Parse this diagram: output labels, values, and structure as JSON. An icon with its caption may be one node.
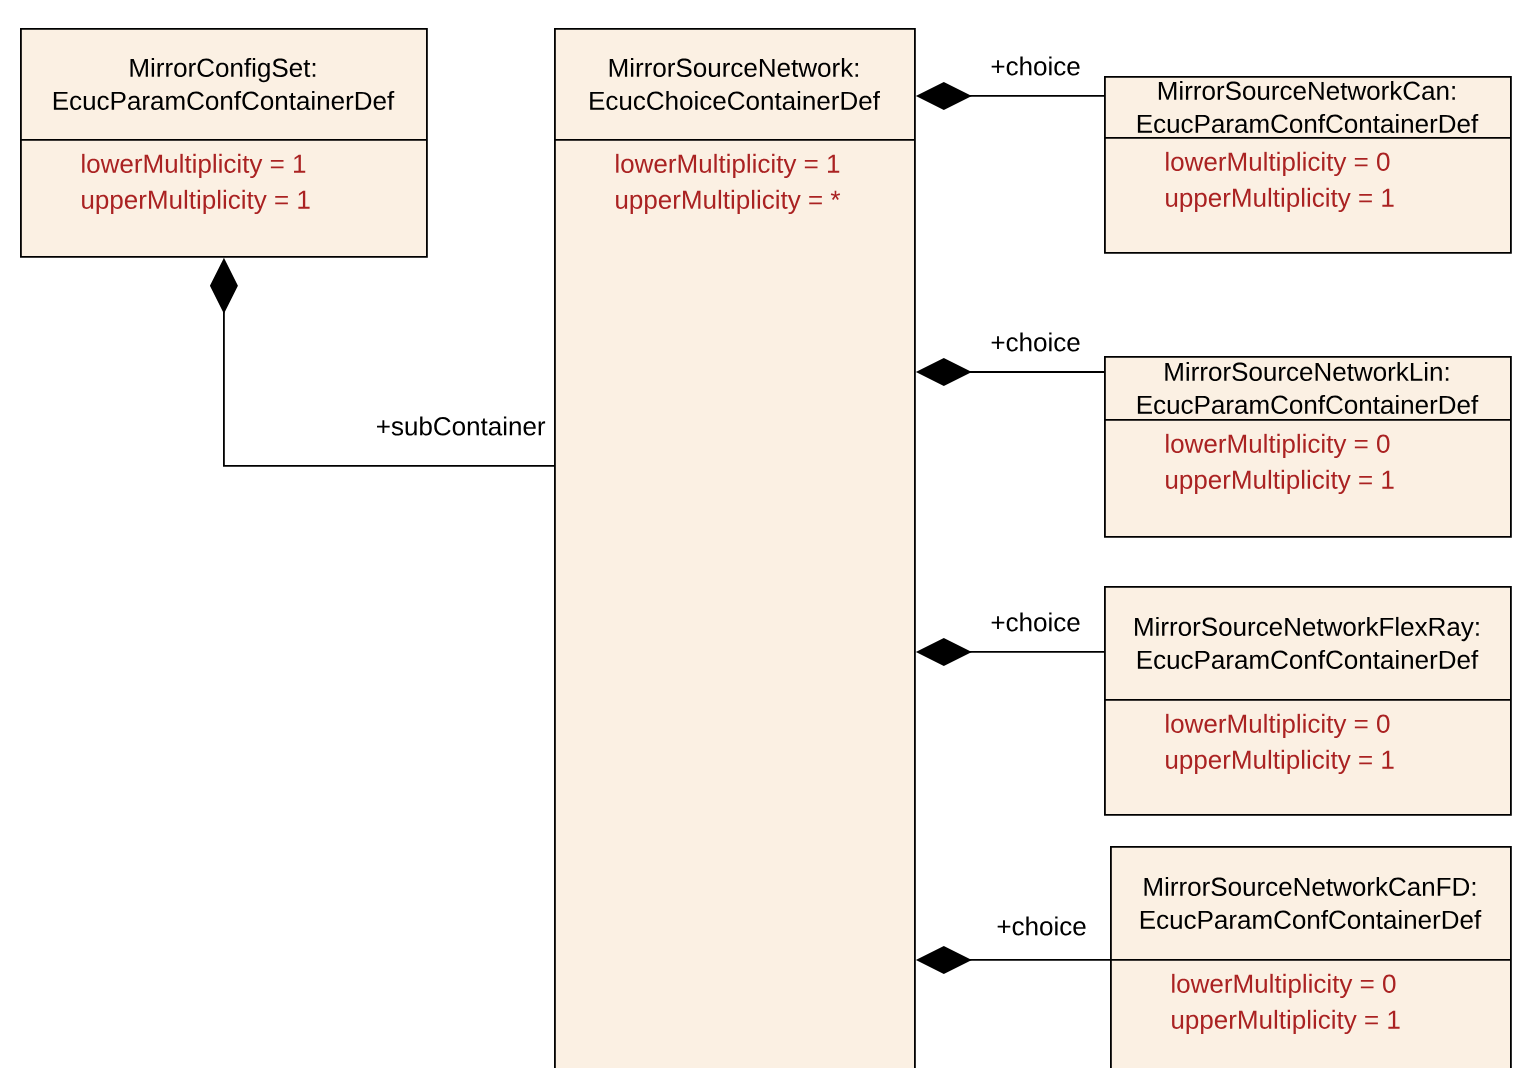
{
  "diagram": {
    "nodes": [
      {
        "text": [
          "MirrorConfigSet: EcucParamConfContainerDef",
          "lowerMultiplicity = 1",
          "upperMultiplicity = 1"
        ]
      },
      {
        "text": [
          "MirrorSourceNetwork: EcucChoiceContainerDef",
          "lowerMultiplicity = 1",
          "upperMultiplicity = *"
        ]
      },
      {
        "text": [
          "MirrorSourceNetworkCan: EcucParamConfContainerDef",
          "lowerMultiplicity = 0",
          "upperMultiplicity = 1"
        ]
      },
      {
        "text": [
          "MirrorSourceNetworkLin: EcucParamConfContainerDef",
          "lowerMultiplicity = 0",
          "upperMultiplicity = 1"
        ]
      },
      {
        "text": [
          "MirrorSourceNetworkFlexRay: EcucParamConfContainerDef",
          "lowerMultiplicity = 0",
          "upperMultiplicity = 1"
        ]
      },
      {
        "text": [
          "MirrorSourceNetworkCanFD: EcucParamConfContainerDef",
          "lowerMultiplicity = 0",
          "upperMultiplicity = 1"
        ]
      }
    ],
    "edges": [
      {
        "from": 0,
        "to": 1,
        "arrow": "other",
        "label": "+subContainer"
      },
      {
        "from": 1,
        "to": 2,
        "arrow": "other",
        "label": "+choice"
      },
      {
        "from": 1,
        "to": 3,
        "arrow": "other",
        "label": "+choice"
      },
      {
        "from": 1,
        "to": 4,
        "arrow": "other",
        "label": "+choice"
      },
      {
        "from": 1,
        "to": 5,
        "arrow": "other",
        "label": "+choice"
      }
    ]
  }
}
